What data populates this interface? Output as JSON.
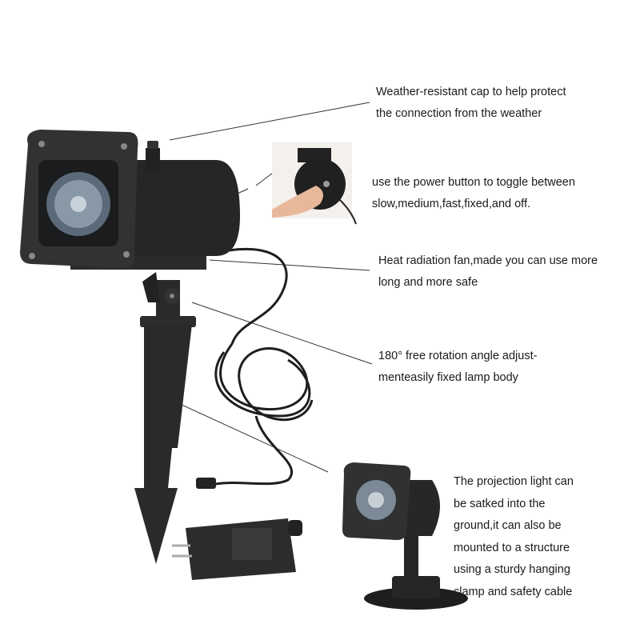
{
  "annotations": [
    {
      "lines": [
        "Weather-resistant cap to help protect",
        "the connection from the weather"
      ]
    },
    {
      "lines": [
        "use the power button to toggle between",
        "slow,medium,fast,fixed,and off."
      ]
    },
    {
      "lines": [
        "Heat radiation fan,made you can use more",
        "long and more safe"
      ]
    },
    {
      "lines": [
        "180°   free rotation angle adjust-",
        "menteasily fixed lamp body"
      ]
    },
    {
      "lines": [
        "The projection light can",
        "be satked into the",
        "ground,it can also be",
        "mounted to a structure",
        "using a sturdy hanging",
        "clamp and safety cable"
      ]
    }
  ],
  "colors": {
    "product": "#2a2c2e",
    "text": "#1a1a1a",
    "leader": "#333333"
  }
}
